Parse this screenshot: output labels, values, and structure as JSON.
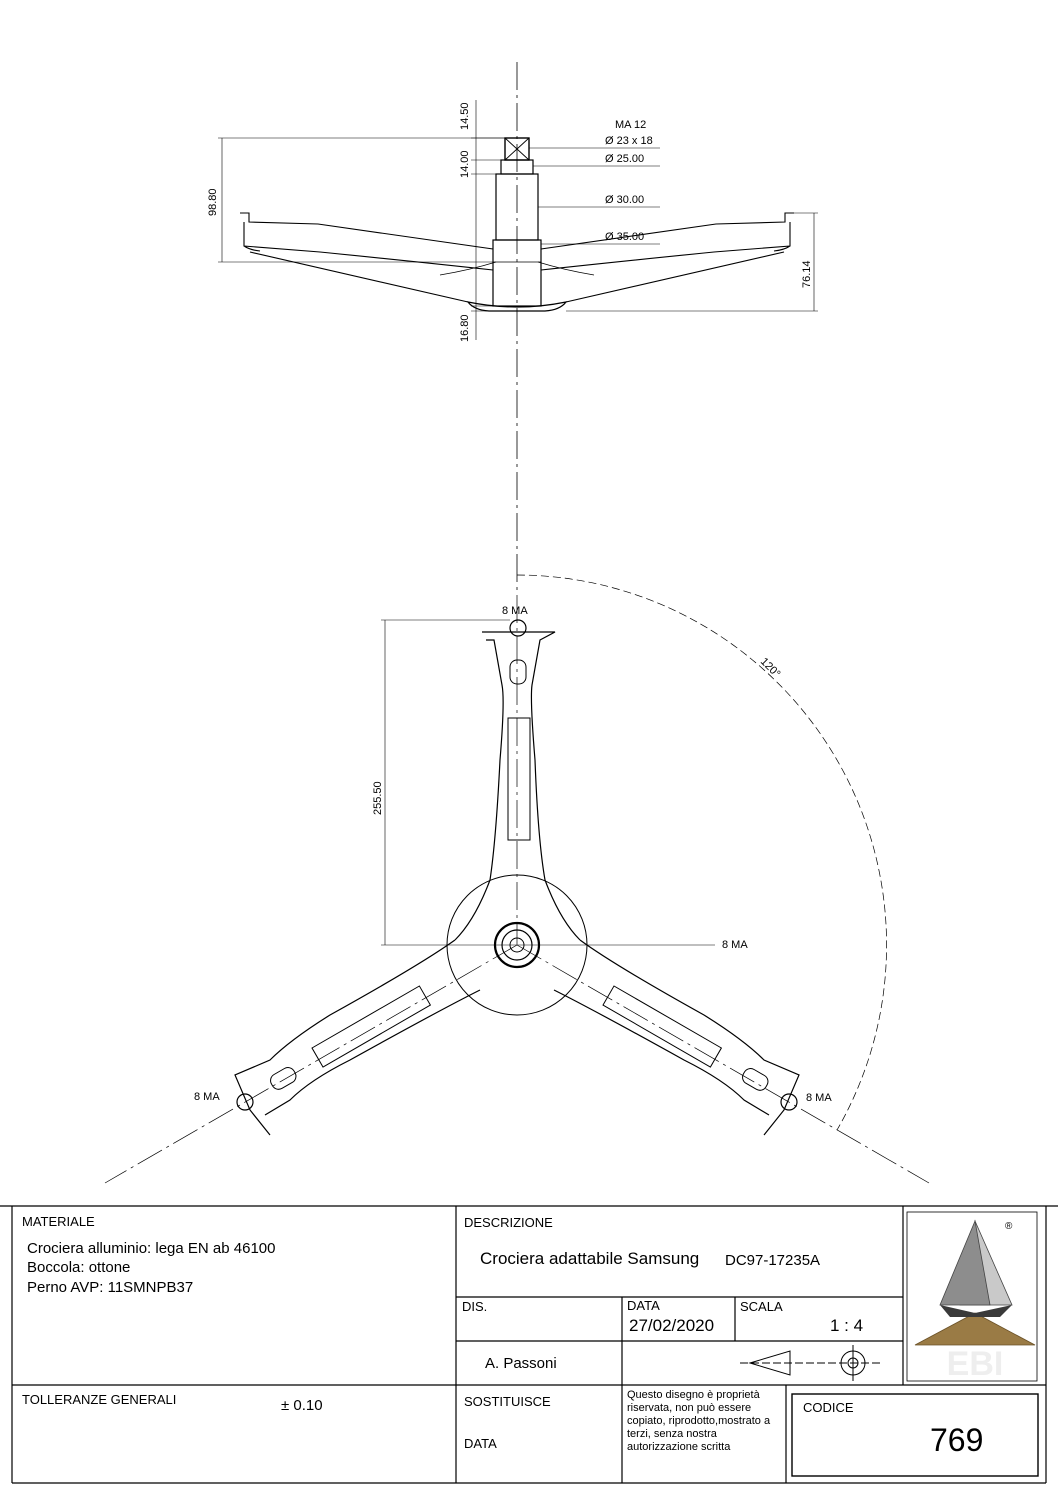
{
  "dimensions": {
    "top_shaft": "14.50",
    "mid_shaft": "14.00",
    "overall_height": "98.80",
    "thread": "MA 12",
    "diam_23x18": "Ø 23 x 18",
    "diam_25": "Ø 25.00",
    "diam_30": "Ø 30.00",
    "diam_35": "Ø 35.00",
    "arm_height": "76.14",
    "bushing_height": "16.80",
    "arm_length": "255.50",
    "angle": "120°",
    "hole_top": "8 MA",
    "hole_center": "8 MA",
    "hole_left": "8 MA",
    "hole_right": "8 MA"
  },
  "title_block": {
    "materiale_label": "MATERIALE",
    "materiale_lines": [
      "Crociera alluminio: lega EN ab 46100",
      "Boccola: ottone",
      "Perno AVP: 11SMNPB37"
    ],
    "descrizione_label": "DESCRIZIONE",
    "descrizione_main": "Crociera adattabile Samsung",
    "descrizione_code": "DC97-17235A",
    "dis_label": "DIS.",
    "data_label": "DATA",
    "data_value": "27/02/2020",
    "scala_label": "SCALA",
    "scala_value": "1 : 4",
    "author": "A. Passoni",
    "tolleranze_label": "TOLLERANZE GENERALI",
    "tolleranze_value": "± 0.10",
    "sostituisce_label": "SOSTITUISCE",
    "data2_label": "DATA",
    "note": "Questo disegno è proprietà riservata, non può essere copiato, riprodotto,mostrato a terzi, senza nostra autorizzazione scritta",
    "codice_label": "CODICE",
    "codice_value": "769",
    "logo_text": "EBI",
    "registered": "®"
  }
}
